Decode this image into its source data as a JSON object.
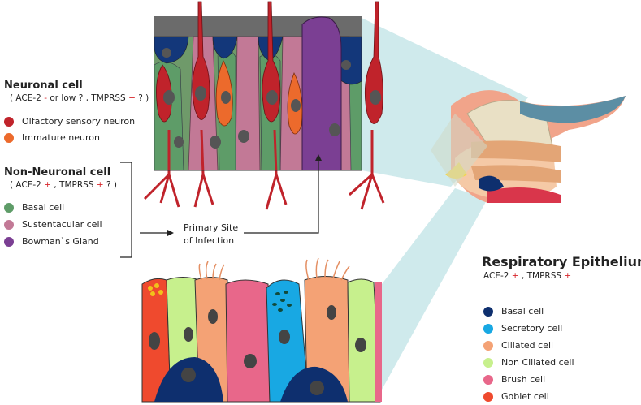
{
  "neuronal": {
    "title": "Neuronal cell",
    "subtitle_a": "( ACE-2 ",
    "subtitle_b": "-",
    "subtitle_c": " or low ? , TMPRSS ",
    "subtitle_d": "+",
    "subtitle_e": " ? )",
    "items": [
      {
        "label": "Olfactory sensory neuron",
        "color": "#c0232b"
      },
      {
        "label": "Immature neuron",
        "color": "#ec6a2c"
      }
    ]
  },
  "nonneuronal": {
    "title": "Non-Neuronal cell",
    "subtitle_a": "( ACE-2 ",
    "subtitle_b": "+",
    "subtitle_c": " , TMPRSS ",
    "subtitle_d": "+",
    "subtitle_e": " ? )",
    "items": [
      {
        "label": "Basal cell",
        "color": "#5e9c68"
      },
      {
        "label": "Sustentacular cell",
        "color": "#c27996"
      },
      {
        "label": "Bowman`s Gland",
        "color": "#7b3f93"
      }
    ]
  },
  "infection": {
    "line1": "Primary Site",
    "line2": "of Infection"
  },
  "respiratory": {
    "title": "Respiratory Epithelium",
    "subtitle_a": "ACE-2 ",
    "subtitle_b": "+",
    "subtitle_c": " , TMPRSS ",
    "subtitle_d": "+",
    "items": [
      {
        "label": "Basal cell",
        "color": "#0e2f6e"
      },
      {
        "label": "Secretory cell",
        "color": "#18a8e3"
      },
      {
        "label": "Ciliated cell",
        "color": "#f4a275"
      },
      {
        "label": "Non Ciliated cell",
        "color": "#c7f08d"
      },
      {
        "label": "Brush cell",
        "color": "#e8678a"
      },
      {
        "label": "Goblet cell",
        "color": "#ef4a2e"
      }
    ]
  }
}
